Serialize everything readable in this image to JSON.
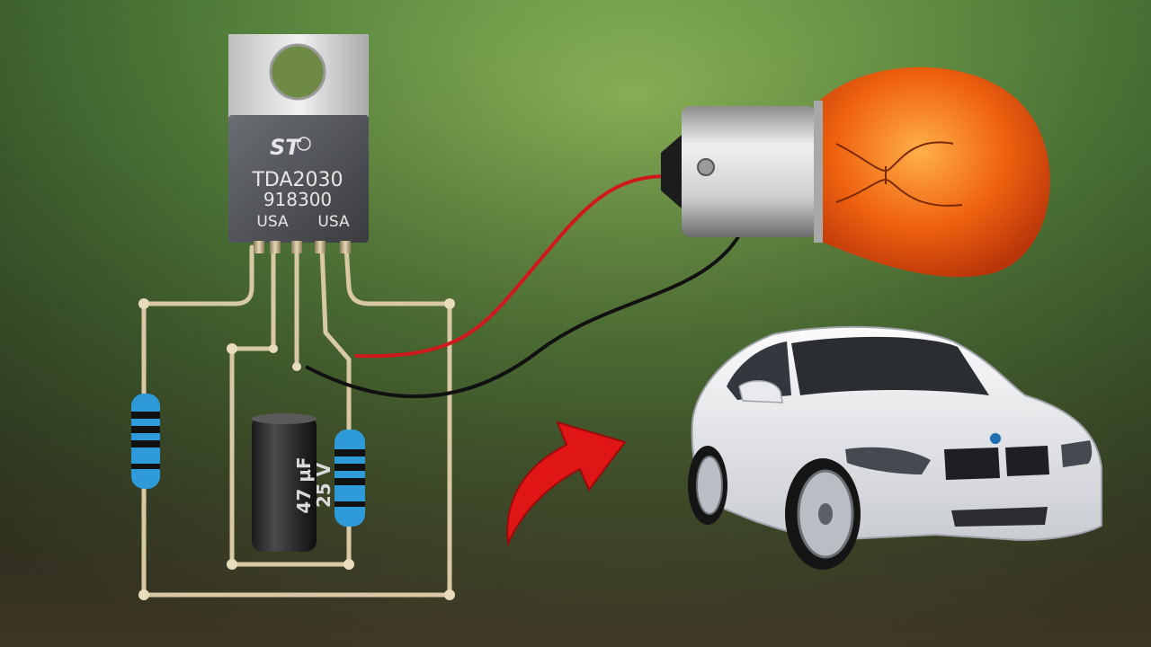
{
  "chip": {
    "logo": "ST",
    "part_number": "TDA2030",
    "lot_code": "918300",
    "origin_left": "USA",
    "origin_right": "USA"
  },
  "capacitor": {
    "capacitance": "47 µF",
    "voltage": "25 V"
  },
  "colors": {
    "wire_red": "#d0181c",
    "wire_black": "#111111",
    "bulb_orange": "#e8520f",
    "arrow_red": "#e01515",
    "resistor_blue": "#2f9ad8",
    "car_white": "#e9ebee"
  },
  "icons": [
    "arrow-curved-icon"
  ]
}
